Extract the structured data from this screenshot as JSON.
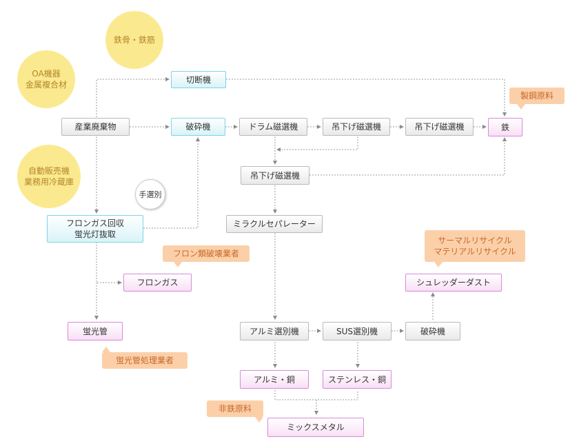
{
  "bubbles": {
    "steel_frame": "鉄骨・鉄筋",
    "oa": "OA機器\n金属複合材",
    "vending": "自動販売機\n業務用冷蔵庫"
  },
  "boxes": {
    "cutter": "切断機",
    "industrial_waste": "産業廃棄物",
    "crusher1": "破砕機",
    "drum_magnet": "ドラム磁選機",
    "hanging_magnet1": "吊下げ磁選機",
    "hanging_magnet2": "吊下げ磁選機",
    "iron": "鉄",
    "hanging_magnet3": "吊下げ磁選機",
    "freon_recovery": "フロンガス回収\n蛍光灯抜取",
    "miracle_separator": "ミラクルセパレーター",
    "freon_gas": "フロンガス",
    "shredder_dust": "シュレッダーダスト",
    "aluminum_sorter": "アルミ選別機",
    "sus_sorter": "SUS選別機",
    "crusher2": "破砕機",
    "fluorescent_tube": "蛍光管",
    "alu_copper": "アルミ・銅",
    "stainless_copper": "ステンレス・銅",
    "mixed_metal": "ミックスメタル"
  },
  "tags": {
    "steel_material": "製鋼原料",
    "freon_contractor": "フロン類破壊業者",
    "thermal_recycle": "サーマルリサイクル\nマテリアルリサイクル",
    "tube_contractor": "蛍光管処理業者",
    "nonferrous": "非鉄原料"
  },
  "callout": "手選別",
  "colors": {
    "bubble": "#fbe98f",
    "tag": "#fbd0a9",
    "blue_border": "#7fd3e2",
    "pink_border": "#d68ad6",
    "gray_border": "#b9b9b9"
  }
}
